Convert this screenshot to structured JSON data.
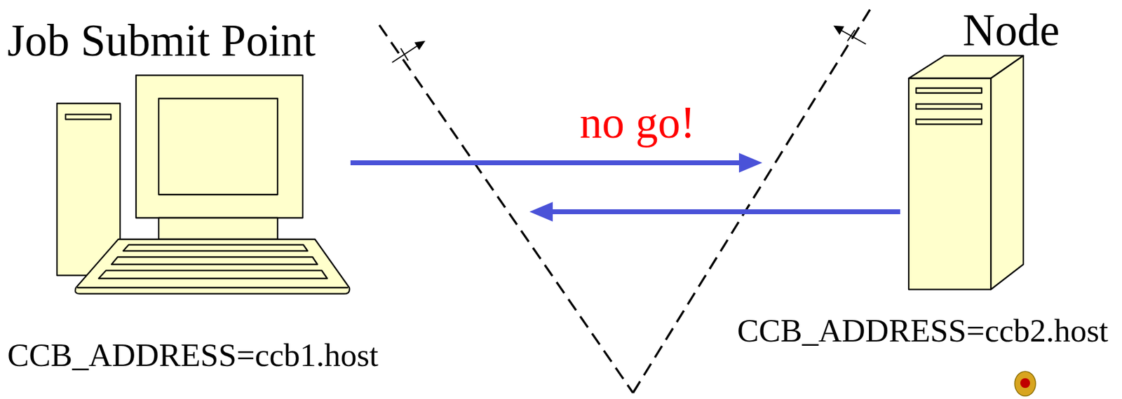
{
  "diagram": {
    "nodes": [
      {
        "text": [
          "Job Submit Point",
          "CCB_ADDRESS=ccb1.host"
        ]
      },
      {
        "text": [
          "Node",
          "CCB_ADDRESS=ccb2.host"
        ]
      }
    ],
    "labels": [
      "no go!"
    ]
  }
}
